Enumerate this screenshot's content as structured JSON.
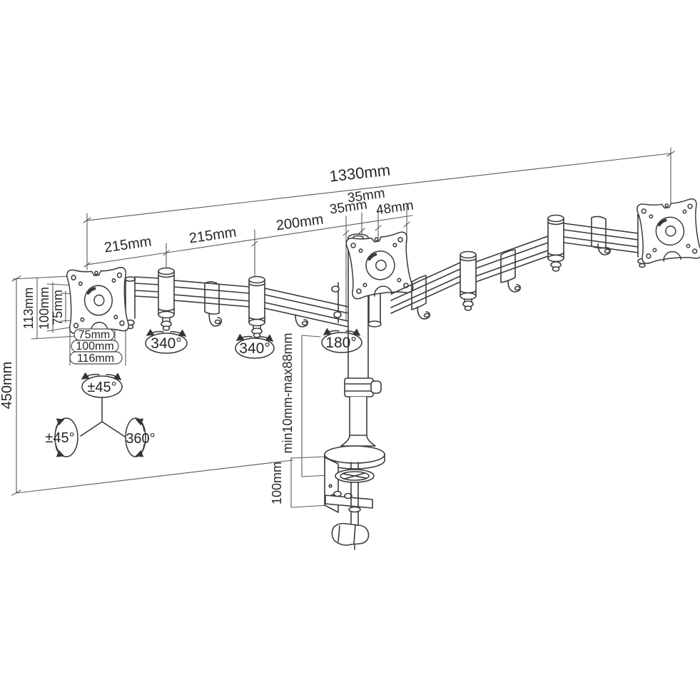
{
  "meta": {
    "description": "Technical dimension line drawing of a triple monitor desk mount arm with clamp base",
    "background_color": "#ffffff",
    "line_color": "#3b3b3b",
    "dimension_line_color": "#5a5a5a",
    "text_color": "#262626"
  },
  "labels": {
    "total_width": "1330mm",
    "arm_segment_1": "215mm",
    "arm_segment_2": "215mm",
    "arm_segment_3": "200mm",
    "center_offset_1": "35mm",
    "center_offset_2": "35mm",
    "center_offset_3": "48mm",
    "plate_height": "113mm",
    "plate_vertical_100": "100mm",
    "plate_vertical_75": "75mm",
    "plate_width_75": "75mm",
    "plate_width_100": "100mm",
    "plate_width_116": "116mm",
    "pole_height": "450mm",
    "height_adjust_range": "min10mm-max88mm",
    "clamp_range": "100mm",
    "rotation_arm_left": "340°",
    "rotation_arm_center": "340°",
    "rotation_pole": "180°",
    "tilt_top": "±45°",
    "tilt_left": "±45°",
    "swivel": "360°"
  }
}
